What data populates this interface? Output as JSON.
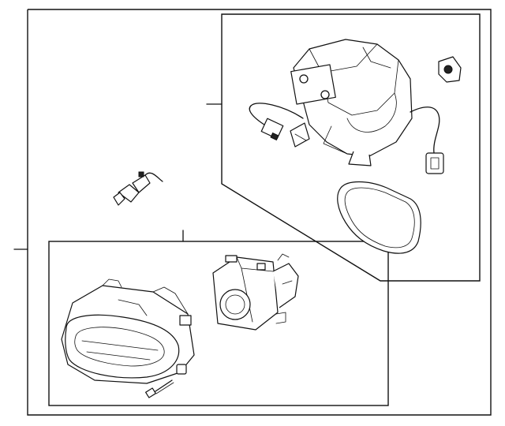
{
  "figure": {
    "kind": "exploded-parts-diagram",
    "background": "#ffffff",
    "line_color": "#111111"
  },
  "parts": [
    {
      "name": "fog-lamp-assembly",
      "icon": "fog-lamp-housing-icon"
    },
    {
      "name": "bulb",
      "icon": "halogen-bulb-icon"
    },
    {
      "name": "projector-module",
      "icon": "projector-lens-icon"
    },
    {
      "name": "mounting-bracket",
      "icon": "bracket-housing-icon"
    },
    {
      "name": "wiring-harness",
      "icon": "connector-icon"
    },
    {
      "name": "gasket",
      "icon": "gasket-icon"
    },
    {
      "name": "clip",
      "icon": "clip-icon"
    },
    {
      "name": "screw",
      "icon": "screw-icon"
    }
  ]
}
